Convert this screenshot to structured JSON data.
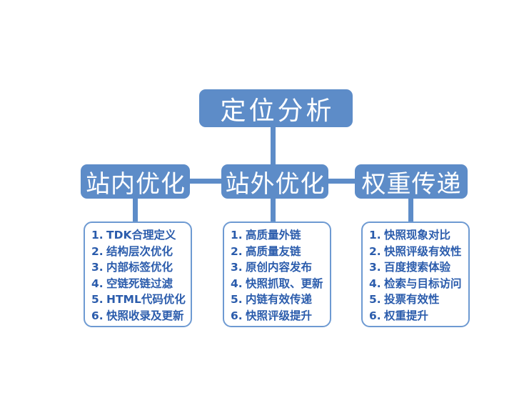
{
  "diagram": {
    "root": {
      "label": "定位分析"
    },
    "branches": [
      {
        "label": "站内优化",
        "items": [
          {
            "num": "1.",
            "text": "TDK合理定义"
          },
          {
            "num": "2.",
            "text": "结构层次优化"
          },
          {
            "num": "3.",
            "text": "内部标签优化"
          },
          {
            "num": "4.",
            "text": "空链死链过滤"
          },
          {
            "num": "5.",
            "text": "HTML代码优化"
          },
          {
            "num": "6.",
            "text": "快照收录及更新"
          }
        ]
      },
      {
        "label": "站外优化",
        "items": [
          {
            "num": "1.",
            "text": "高质量外链"
          },
          {
            "num": "2.",
            "text": "高质量友链"
          },
          {
            "num": "3.",
            "text": "原创内容发布"
          },
          {
            "num": "4.",
            "text": "快照抓取、更新"
          },
          {
            "num": "5.",
            "text": "内链有效传递"
          },
          {
            "num": "6.",
            "text": "快照评级提升"
          }
        ]
      },
      {
        "label": "权重传递",
        "items": [
          {
            "num": "1.",
            "text": "快照现象对比"
          },
          {
            "num": "2.",
            "text": "快照评级有效性"
          },
          {
            "num": "3.",
            "text": "百度搜索体验"
          },
          {
            "num": "4.",
            "text": "检索与目标访问"
          },
          {
            "num": "5.",
            "text": "投票有效性"
          },
          {
            "num": "6.",
            "text": "权重提升"
          }
        ]
      }
    ],
    "colors": {
      "node_fill": "#5d8cc8",
      "node_text": "#ffffff",
      "list_border": "#6e9ad2",
      "list_text": "#2b5cac",
      "background": "#ffffff"
    }
  }
}
